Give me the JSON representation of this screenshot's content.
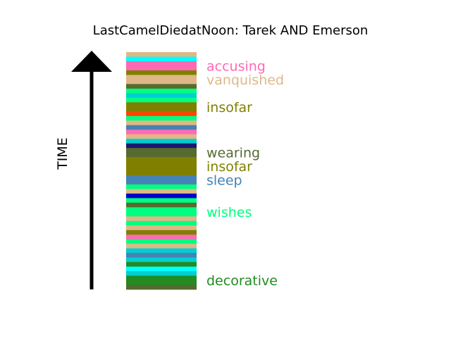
{
  "chart_data": {
    "type": "bar",
    "title": "LastCamelDiedatNoon: Tarek AND Emerson",
    "ylabel": "TIME",
    "stripes": [
      {
        "color": "#deb887",
        "weight": 1
      },
      {
        "color": "#00ffff",
        "weight": 1
      },
      {
        "color": "#ff69b4",
        "weight": 2
      },
      {
        "color": "#808000",
        "weight": 1
      },
      {
        "color": "#deb887",
        "weight": 2
      },
      {
        "color": "#556b2f",
        "weight": 1
      },
      {
        "color": "#00ff7f",
        "weight": 1
      },
      {
        "color": "#00ced1",
        "weight": 1
      },
      {
        "color": "#00ff7f",
        "weight": 1
      },
      {
        "color": "#808000",
        "weight": 2
      },
      {
        "color": "#ff4500",
        "weight": 1
      },
      {
        "color": "#00ff7f",
        "weight": 1
      },
      {
        "color": "#deb887",
        "weight": 1
      },
      {
        "color": "#4682b4",
        "weight": 1
      },
      {
        "color": "#ff69b4",
        "weight": 1
      },
      {
        "color": "#deb887",
        "weight": 1
      },
      {
        "color": "#00ced1",
        "weight": 1
      },
      {
        "color": "#191970",
        "weight": 1
      },
      {
        "color": "#556b2f",
        "weight": 2
      },
      {
        "color": "#808000",
        "weight": 4
      },
      {
        "color": "#4682b4",
        "weight": 2
      },
      {
        "color": "#00ff7f",
        "weight": 1
      },
      {
        "color": "#deb887",
        "weight": 1
      },
      {
        "color": "#0000cd",
        "weight": 1
      },
      {
        "color": "#00ff7f",
        "weight": 1
      },
      {
        "color": "#556b2f",
        "weight": 1
      },
      {
        "color": "#00ff7f",
        "weight": 2
      },
      {
        "color": "#deb887",
        "weight": 1
      },
      {
        "color": "#00ff7f",
        "weight": 1
      },
      {
        "color": "#deb887",
        "weight": 1
      },
      {
        "color": "#808000",
        "weight": 1
      },
      {
        "color": "#ff69b4",
        "weight": 1
      },
      {
        "color": "#00ff7f",
        "weight": 1
      },
      {
        "color": "#deb887",
        "weight": 1
      },
      {
        "color": "#00ced1",
        "weight": 1
      },
      {
        "color": "#4682b4",
        "weight": 1
      },
      {
        "color": "#00ced1",
        "weight": 1
      },
      {
        "color": "#228b22",
        "weight": 1
      },
      {
        "color": "#00ffff",
        "weight": 1
      },
      {
        "color": "#00ced1",
        "weight": 1
      },
      {
        "color": "#228b22",
        "weight": 2
      },
      {
        "color": "#556b2f",
        "weight": 1
      }
    ],
    "labels": [
      {
        "text": "accusing",
        "color": "#ff69b4",
        "stripe": 2
      },
      {
        "text": "vanquished",
        "color": "#deb887",
        "stripe": 4
      },
      {
        "text": "insofar",
        "color": "#808000",
        "stripe": 9
      },
      {
        "text": "wearing",
        "color": "#556b2f",
        "stripe": 18
      },
      {
        "text": "insofar",
        "color": "#808000",
        "stripe": 19
      },
      {
        "text": "sleep",
        "color": "#4682b4",
        "stripe": 20
      },
      {
        "text": "wishes",
        "color": "#00ff7f",
        "stripe": 26
      },
      {
        "text": "decorative",
        "color": "#228b22",
        "stripe": 40
      }
    ]
  }
}
